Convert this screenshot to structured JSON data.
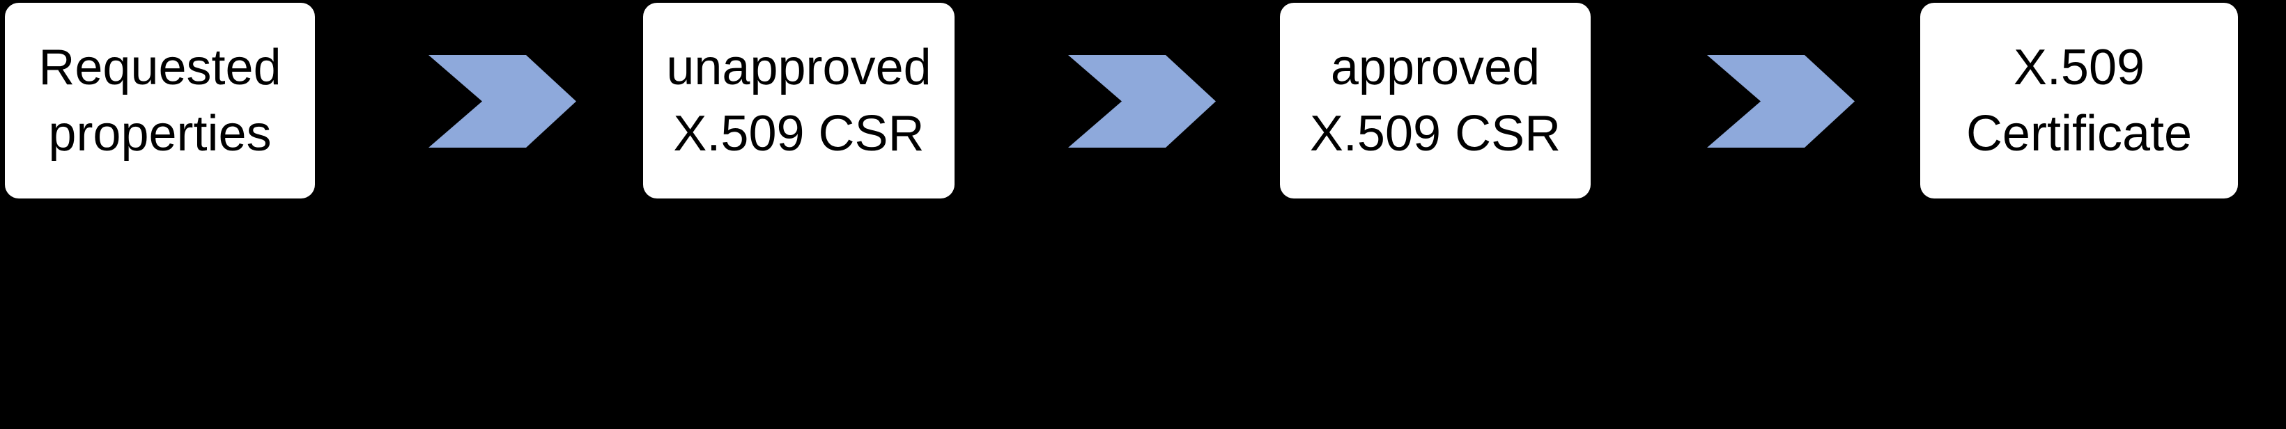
{
  "diagram": {
    "nodes": [
      {
        "id": "requested-properties",
        "label": "Requested\nproperties"
      },
      {
        "id": "unapproved-csr",
        "label": "unapproved\nX.509 CSR"
      },
      {
        "id": "approved-csr",
        "label": "approved\nX.509 CSR"
      },
      {
        "id": "x509-certificate",
        "label": "X.509\nCertificate"
      }
    ],
    "arrows": [
      {
        "from": "requested-properties",
        "to": "unapproved-csr",
        "direction": "right"
      },
      {
        "from": "unapproved-csr",
        "to": "approved-csr",
        "direction": "right"
      },
      {
        "from": "approved-csr",
        "to": "x509-certificate",
        "direction": "right"
      }
    ],
    "colors": {
      "background": "#000000",
      "node_fill": "#ffffff",
      "node_text": "#000000",
      "arrow_fill": "#8EA9DB"
    }
  }
}
